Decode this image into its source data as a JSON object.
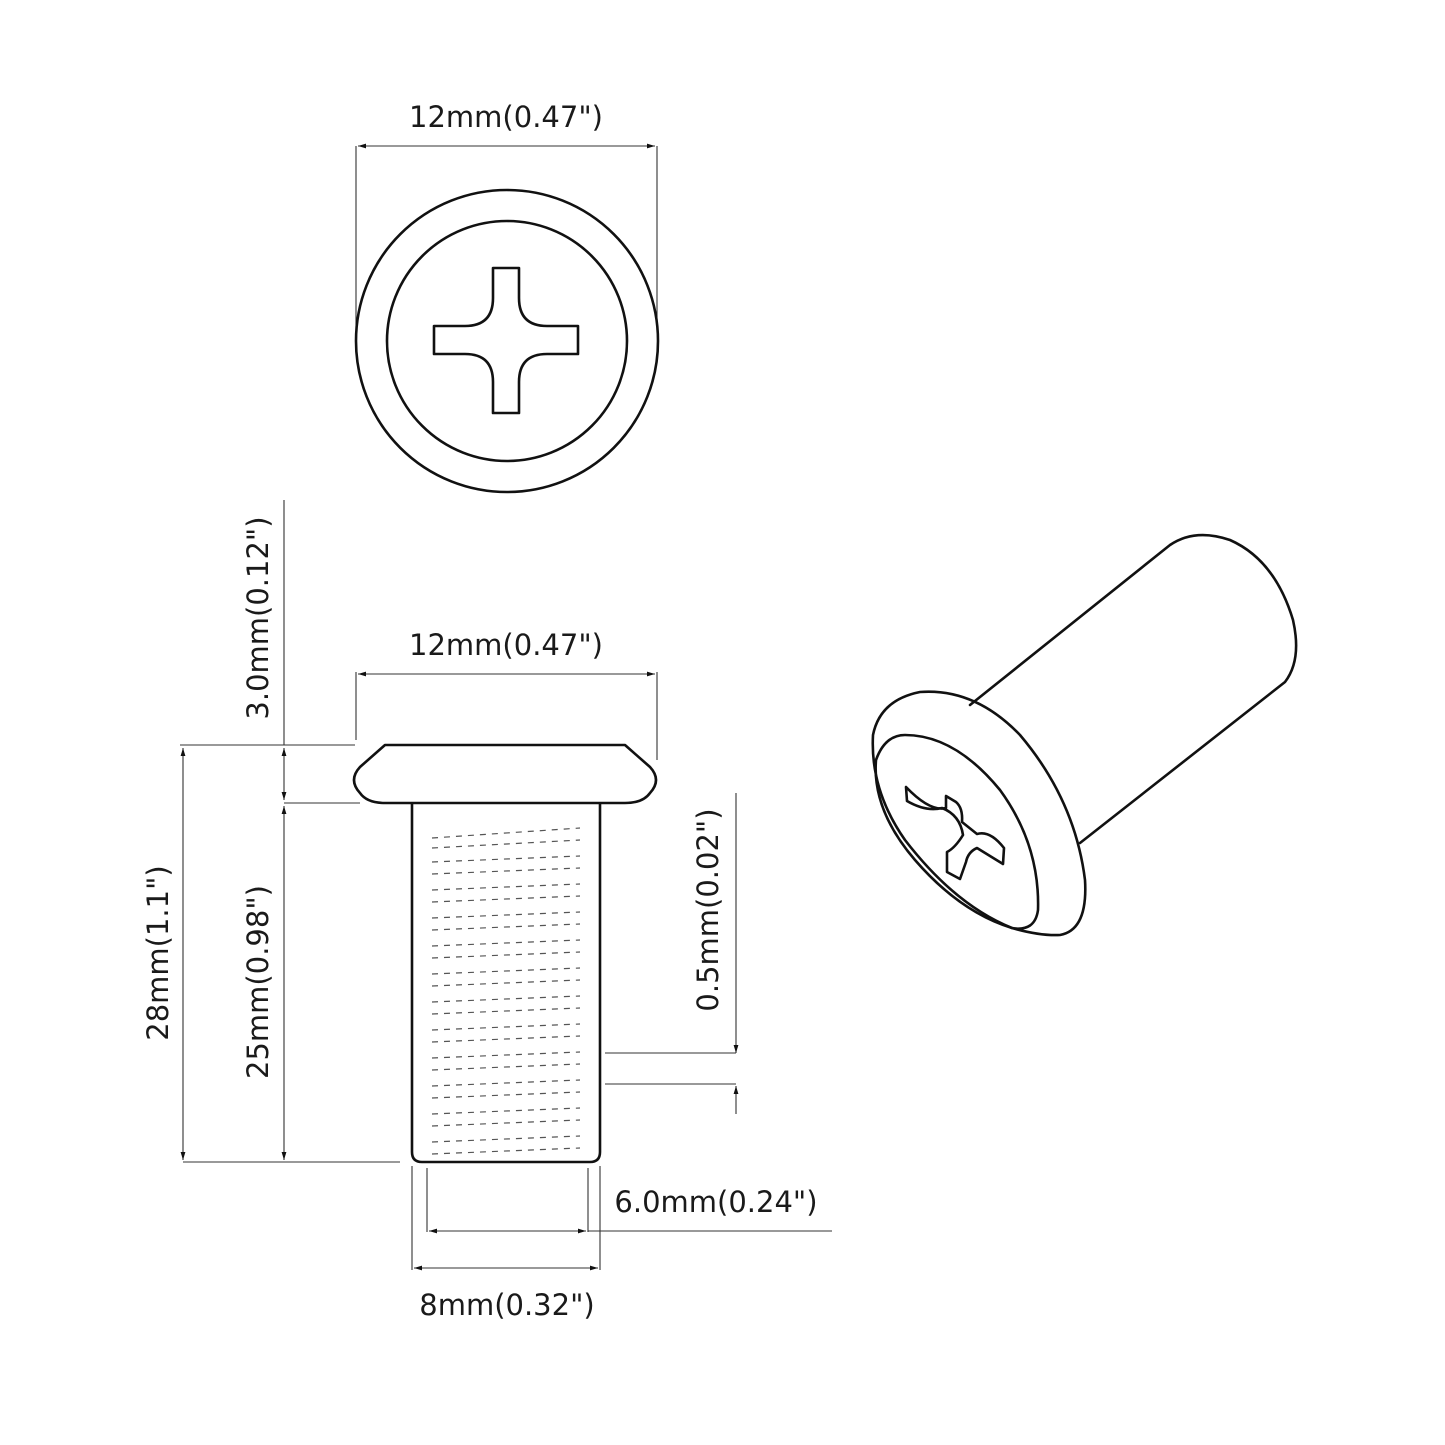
{
  "diagram": {
    "subject": "Phillips head barrel sleeve nut",
    "views": [
      {
        "id": "top-view",
        "label": "Top view (head, Phillips cross recess)"
      },
      {
        "id": "side-view",
        "label": "Side view (head + threaded barrel)"
      },
      {
        "id": "iso-view",
        "label": "Isometric 3D view"
      }
    ],
    "colors": {
      "line": "#111111",
      "dimension_line": "#333333",
      "background": "#ffffff"
    },
    "dimensions": {
      "top_head_diameter": "12mm(0.47\")",
      "head_height": "3.0mm(0.12\")",
      "side_head_diameter": "12mm(0.47\")",
      "total_length": "28mm(1.1\")",
      "barrel_length": "25mm(0.98\")",
      "thread_pitch": "0.5mm(0.02\")",
      "inner_thread_diameter": "6.0mm(0.24\")",
      "barrel_outer_diameter": "8mm(0.32\")"
    }
  }
}
